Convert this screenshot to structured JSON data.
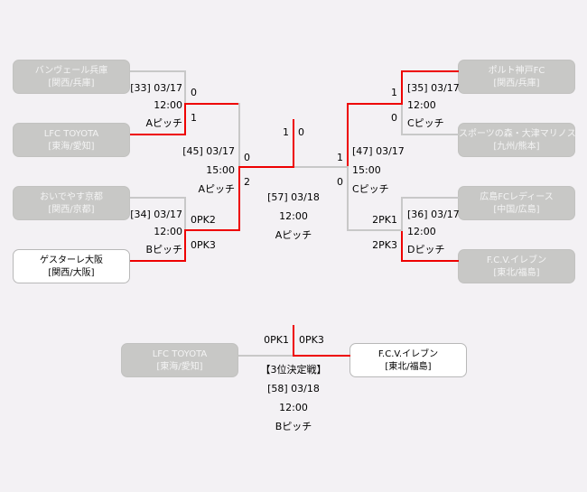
{
  "teams": {
    "banvert": {
      "name": "バンヴェール兵庫",
      "region": "[関西/兵庫]"
    },
    "lfc": {
      "name": "LFC TOYOTA",
      "region": "[東海/愛知]"
    },
    "oideyasu": {
      "name": "おいでやす京都",
      "region": "[関西/京都]"
    },
    "gustare": {
      "name": "ゲスターレ大阪",
      "region": "[関西/大阪]"
    },
    "porto": {
      "name": "ポルト神戸FC",
      "region": "[関西/兵庫]"
    },
    "sports": {
      "name": "スポーツの森・大津マリノス",
      "region": "[九州/熊本]"
    },
    "hiroshima": {
      "name": "広島FCレディース",
      "region": "[中国/広島]"
    },
    "fcv": {
      "name": "F.C.V.イレブン",
      "region": "[東北/福島]"
    },
    "lfc3": {
      "name": "LFC TOYOTA",
      "region": "[東海/愛知]"
    },
    "fcv3": {
      "name": "F.C.V.イレブン",
      "region": "[東北/福島]"
    }
  },
  "matches": {
    "m33": {
      "id": "[33] 03/17",
      "time": "12:00",
      "pitch": "Aピッチ",
      "score_top": "0",
      "score_bottom": "1"
    },
    "m34": {
      "id": "[34] 03/17",
      "time": "12:00",
      "pitch": "Bピッチ",
      "score_top": "0PK2",
      "score_bottom": "0PK3"
    },
    "m35": {
      "id": "[35] 03/17",
      "time": "12:00",
      "pitch": "Cピッチ",
      "score_top": "1",
      "score_bottom": "0"
    },
    "m36": {
      "id": "[36] 03/17",
      "time": "12:00",
      "pitch": "Dピッチ",
      "score_top": "2PK1",
      "score_bottom": "2PK3"
    },
    "m45": {
      "id": "[45] 03/17",
      "time": "15:00",
      "pitch": "Aピッチ",
      "score_top": "0",
      "score_bottom": "2"
    },
    "m47": {
      "id": "[47] 03/17",
      "time": "15:00",
      "pitch": "Cピッチ",
      "score_top": "1",
      "score_bottom": "0"
    },
    "m57": {
      "id": "[57] 03/18",
      "time": "12:00",
      "pitch": "Aピッチ",
      "score_left": "1",
      "score_right": "0"
    },
    "m58": {
      "label": "【3位決定戦】",
      "id": "[58] 03/18",
      "time": "12:00",
      "pitch": "Bピッチ",
      "score_left": "0PK1",
      "score_right": "0PK3"
    }
  },
  "colors": {
    "winner_line": "#ee0000",
    "loser_line": "#c8c8c8",
    "eliminated_box": "#c8c8c6",
    "background": "#f3f1f4"
  }
}
